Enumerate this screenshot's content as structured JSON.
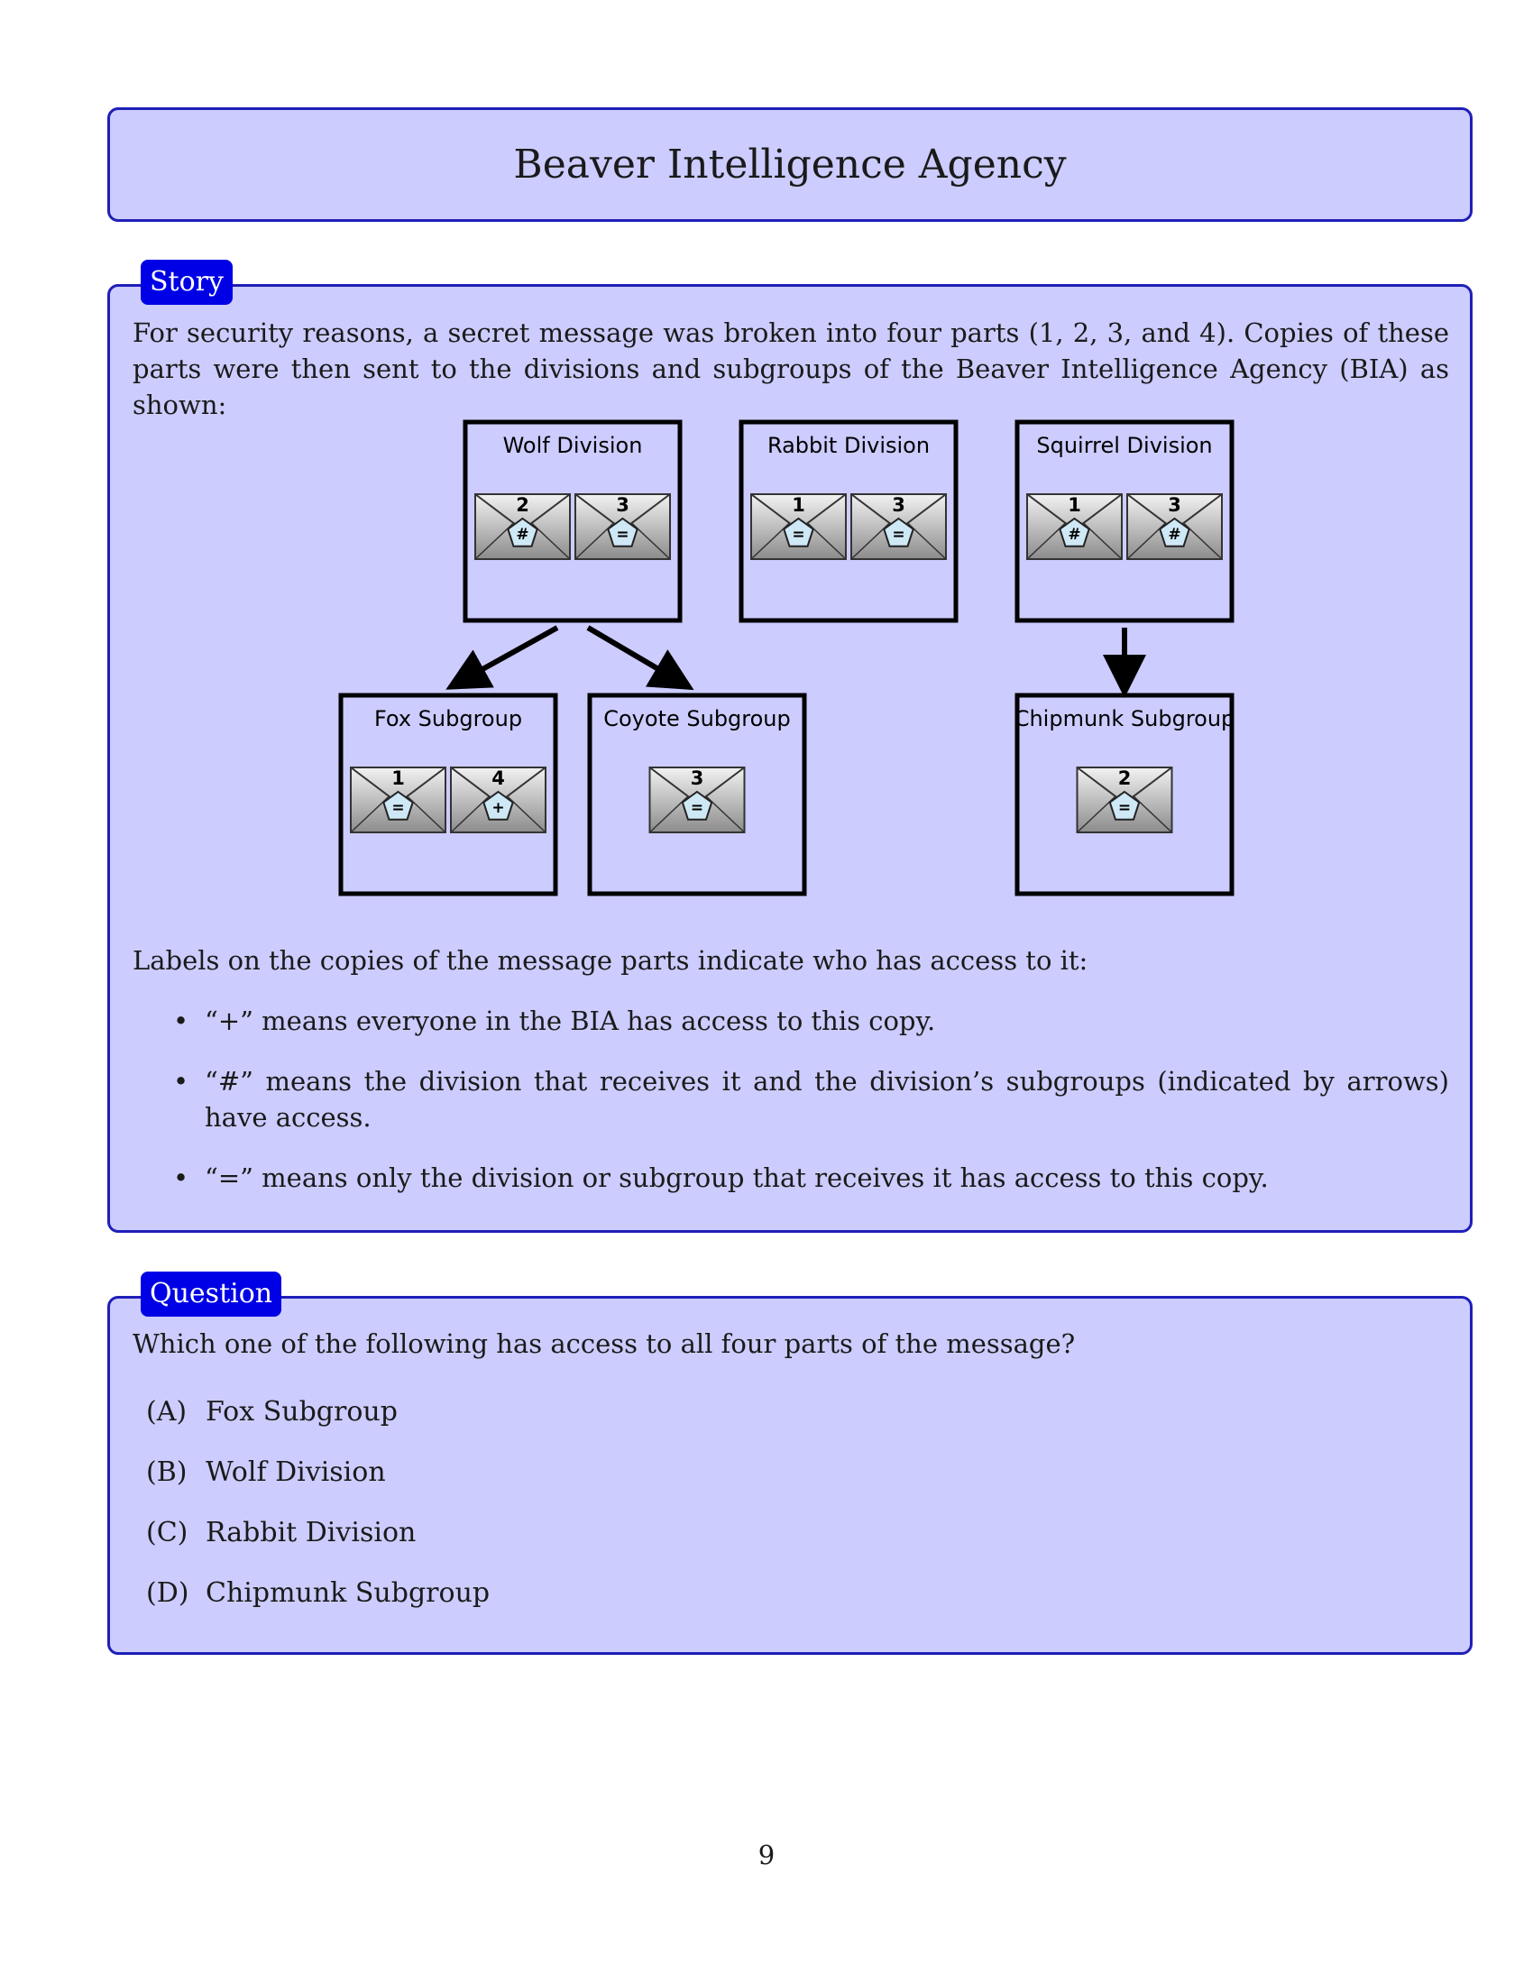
{
  "title": "Beaver Intelligence Agency",
  "story": {
    "tag": "Story",
    "intro": "For security reasons, a secret message was broken into four parts (1, 2, 3, and 4). Copies of these parts were then sent to the divisions and subgroups of the Beaver Intelligence Agency (BIA) as shown:",
    "labels_intro": "Labels on the copies of the message parts indicate who has access to it:",
    "bullets": [
      "“+” means everyone in the BIA has access to this copy.",
      "“#” means the division that receives it and the division’s subgroups (indicated by arrows) have access.",
      "“=” means only the division or subgroup that receives it has access to this copy."
    ]
  },
  "diagram": {
    "units": [
      {
        "name": "Wolf Division",
        "envelopes": [
          {
            "part": "2",
            "label": "#"
          },
          {
            "part": "3",
            "label": "="
          }
        ]
      },
      {
        "name": "Rabbit Division",
        "envelopes": [
          {
            "part": "1",
            "label": "="
          },
          {
            "part": "3",
            "label": "="
          }
        ]
      },
      {
        "name": "Squirrel Division",
        "envelopes": [
          {
            "part": "1",
            "label": "#"
          },
          {
            "part": "3",
            "label": "#"
          }
        ]
      },
      {
        "name": "Fox Subgroup",
        "envelopes": [
          {
            "part": "1",
            "label": "="
          },
          {
            "part": "4",
            "label": "+"
          }
        ]
      },
      {
        "name": "Coyote Subgroup",
        "envelopes": [
          {
            "part": "3",
            "label": "="
          }
        ]
      },
      {
        "name": "Chipmunk Subgroup",
        "envelopes": [
          {
            "part": "2",
            "label": "="
          }
        ]
      }
    ],
    "arrows": [
      {
        "from": "Wolf Division",
        "to": "Fox Subgroup"
      },
      {
        "from": "Wolf Division",
        "to": "Coyote Subgroup"
      },
      {
        "from": "Squirrel Division",
        "to": "Chipmunk Subgroup"
      }
    ]
  },
  "question": {
    "tag": "Question",
    "text": "Which one of the following has access to all four parts of the message?",
    "options": [
      {
        "label": "(A)",
        "text": "Fox Subgroup"
      },
      {
        "label": "(B)",
        "text": "Wolf Division"
      },
      {
        "label": "(C)",
        "text": "Rabbit Division"
      },
      {
        "label": "(D)",
        "text": "Chipmunk Subgroup"
      }
    ]
  },
  "page_number": "9",
  "colors": {
    "box_fill": "#ccccff",
    "box_border": "#1f1fb8",
    "tag_fill": "#0000e6"
  }
}
